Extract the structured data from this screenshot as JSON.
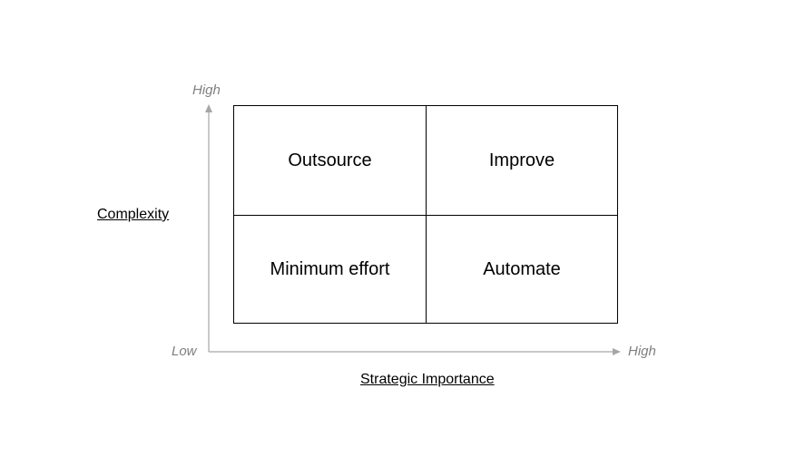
{
  "diagram": {
    "y_axis": {
      "title": "Complexity",
      "high_label": "High"
    },
    "x_axis": {
      "title": "Strategic Importance",
      "low_label": "Low",
      "high_label": "High"
    },
    "quadrants": {
      "top_left": "Outsource",
      "top_right": "Improve",
      "bottom_left": "Minimum effort",
      "bottom_right": "Automate"
    },
    "colors": {
      "axis": "#a6a6a6",
      "axis_text": "#7f7f7f",
      "grid": "#000000"
    }
  }
}
